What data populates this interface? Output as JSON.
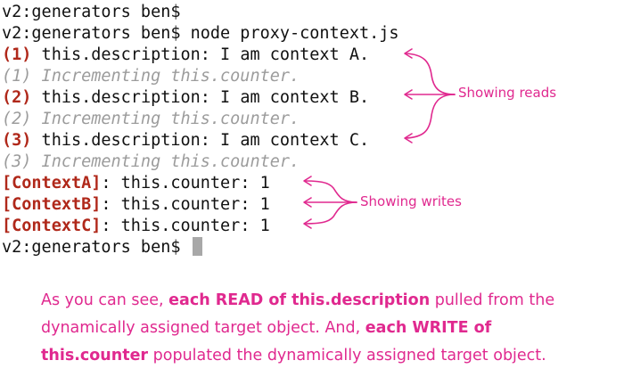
{
  "terminal": {
    "prompt_line_1": "v2:generators ben$",
    "prompt_line_2": "v2:generators ben$ node proxy-context.js",
    "reads": [
      {
        "num": "(1)",
        "text": " this.description: I am context A.",
        "increment": "(1) Incrementing this.counter."
      },
      {
        "num": "(2)",
        "text": " this.description: I am context B.",
        "increment": "(2) Incrementing this.counter."
      },
      {
        "num": "(3)",
        "text": " this.description: I am context C.",
        "increment": "(3) Incrementing this.counter."
      }
    ],
    "writes": [
      {
        "context": "[ContextA]",
        "text": ": this.counter: 1"
      },
      {
        "context": "[ContextB]",
        "text": ": this.counter: 1"
      },
      {
        "context": "[ContextC]",
        "text": ": this.counter: 1"
      }
    ],
    "final_prompt": "v2:generators ben$ "
  },
  "annotations": {
    "reads_label": "Showing reads",
    "writes_label": "Showing writes"
  },
  "note": {
    "line1_a": "As you can see, ",
    "line1_b": "each READ of this.description",
    "line1_c": " pulled from the",
    "line2_a": "dynamically assigned target object. And, ",
    "line2_b": "each WRITE of",
    "line3_a": "this.counter",
    "line3_b": " populated the dynamically assigned target object."
  },
  "colors": {
    "annotation": "#e0298f",
    "label_red": "#b0281a",
    "dim_gray": "#9c9c9c"
  }
}
